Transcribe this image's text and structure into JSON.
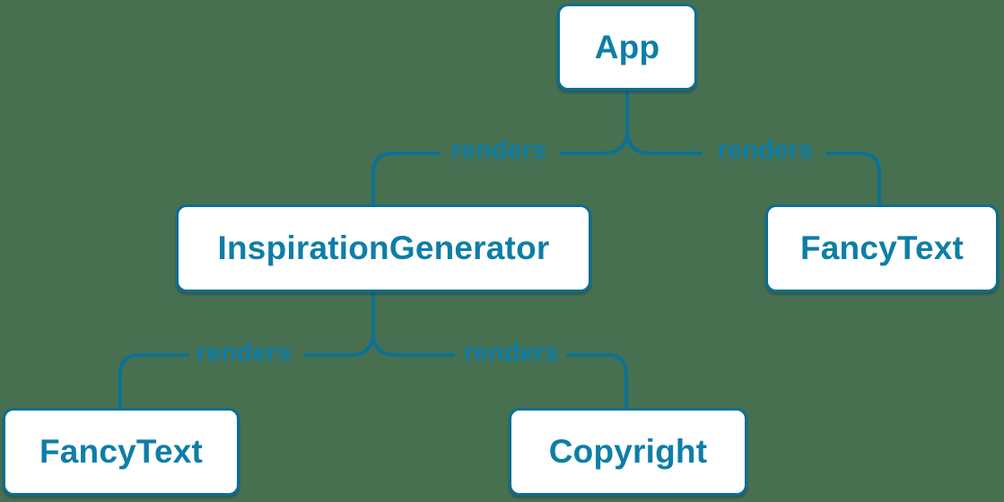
{
  "colors": {
    "background": "#477050",
    "edge_line": "#0c7195",
    "node_border": "#0b6e94",
    "node_text": "#0e7ea6",
    "node_background": "#ffffff",
    "edge_label_text": "#0d7ea8"
  },
  "diagram": {
    "type": "render-tree",
    "nodes": [
      {
        "id": "app",
        "label": "App"
      },
      {
        "id": "inspiration-generator",
        "label": "InspirationGenerator"
      },
      {
        "id": "fancy-text-top",
        "label": "FancyText"
      },
      {
        "id": "fancy-text-bottom",
        "label": "FancyText"
      },
      {
        "id": "copyright",
        "label": "Copyright"
      }
    ],
    "edges": [
      {
        "from": "App",
        "to": "InspirationGenerator",
        "label": "renders"
      },
      {
        "from": "App",
        "to": "FancyText",
        "label": "renders"
      },
      {
        "from": "InspirationGenerator",
        "to": "FancyText",
        "label": "renders"
      },
      {
        "from": "InspirationGenerator",
        "to": "Copyright",
        "label": "renders"
      }
    ]
  }
}
